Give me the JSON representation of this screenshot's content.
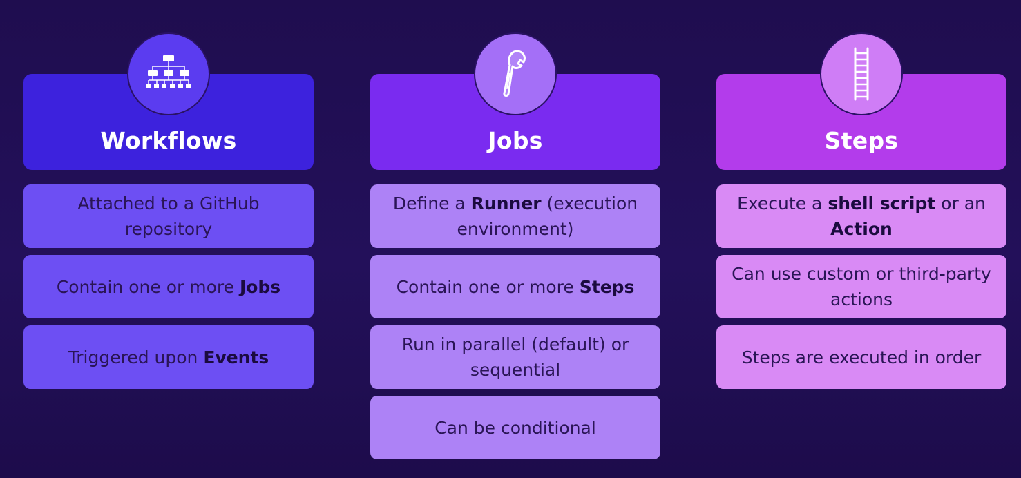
{
  "columns": {
    "workflows": {
      "title": "Workflows",
      "icon": "workflow-hierarchy-icon",
      "cards": [
        {
          "parts": [
            {
              "t": "Attached to a GitHub repository",
              "b": false
            }
          ]
        },
        {
          "parts": [
            {
              "t": "Contain one or more ",
              "b": false
            },
            {
              "t": "Jobs",
              "b": true
            }
          ]
        },
        {
          "parts": [
            {
              "t": "Triggered upon ",
              "b": false
            },
            {
              "t": "Events",
              "b": true
            }
          ]
        }
      ]
    },
    "jobs": {
      "title": "Jobs",
      "icon": "wrench-icon",
      "cards": [
        {
          "parts": [
            {
              "t": "Define a ",
              "b": false
            },
            {
              "t": "Runner",
              "b": true
            },
            {
              "t": " (execution environment)",
              "b": false
            }
          ]
        },
        {
          "parts": [
            {
              "t": "Contain one or more ",
              "b": false
            },
            {
              "t": "Steps",
              "b": true
            }
          ]
        },
        {
          "parts": [
            {
              "t": "Run in parallel (default) or sequential",
              "b": false
            }
          ]
        },
        {
          "parts": [
            {
              "t": "Can be conditional",
              "b": false
            }
          ]
        }
      ]
    },
    "steps": {
      "title": "Steps",
      "icon": "ladder-icon",
      "cards": [
        {
          "parts": [
            {
              "t": "Execute a ",
              "b": false
            },
            {
              "t": "shell script",
              "b": true
            },
            {
              "t": " or an ",
              "b": false
            },
            {
              "t": "Action",
              "b": true
            }
          ]
        },
        {
          "parts": [
            {
              "t": "Can use custom or third-party actions",
              "b": false
            }
          ]
        },
        {
          "parts": [
            {
              "t": "Steps are executed in order",
              "b": false
            }
          ]
        }
      ]
    }
  },
  "colors": {
    "background": "#1f0d4f",
    "workflows_accent": "#3d22dd",
    "jobs_accent": "#7a2bf0",
    "steps_accent": "#b33ceb"
  }
}
